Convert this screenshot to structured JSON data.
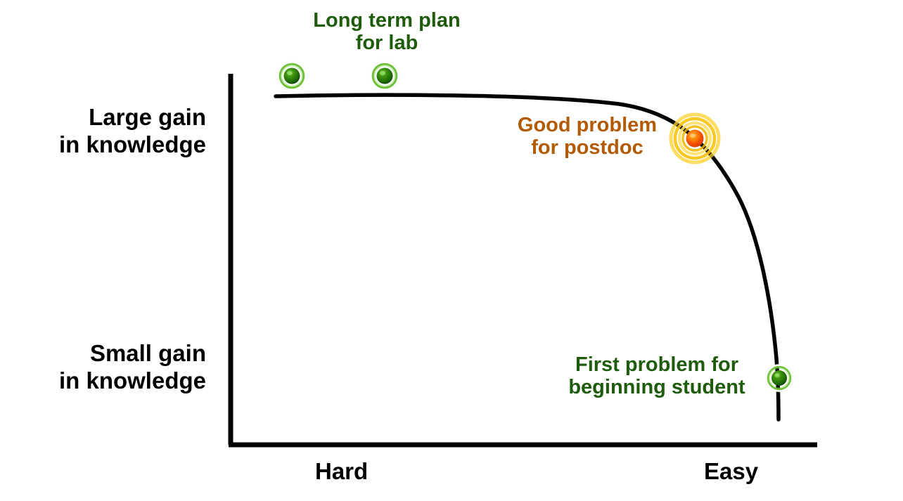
{
  "chart_data": {
    "type": "line",
    "title": "",
    "subtitle": "",
    "xlabel": "",
    "ylabel": "",
    "grid": false,
    "legend_position": "none",
    "axis": {
      "x_ticks": [
        "Hard",
        "Easy"
      ],
      "y_ticks": [
        "Large gain\nin knowledge",
        "Small gain\nin knowledge"
      ],
      "x_range_description": "Hard (left) to Easy (right)",
      "y_range_description": "Small gain in knowledge (bottom) to Large gain in knowledge (top)"
    },
    "series": [
      {
        "name": "knowledge gain vs problem difficulty",
        "description": "Flat at large gain across hard problems, then falls off sharply to small gain at the easy end",
        "color": "#000000",
        "points": [
          {
            "x": 0.06,
            "y": 0.93
          },
          {
            "x": 0.3,
            "y": 0.925
          },
          {
            "x": 0.55,
            "y": 0.915
          },
          {
            "x": 0.7,
            "y": 0.9
          },
          {
            "x": 0.8,
            "y": 0.86
          },
          {
            "x": 0.87,
            "y": 0.76
          },
          {
            "x": 0.91,
            "y": 0.6
          },
          {
            "x": 0.93,
            "y": 0.4
          },
          {
            "x": 0.935,
            "y": 0.2
          },
          {
            "x": 0.935,
            "y": 0.05
          }
        ]
      }
    ],
    "annotated_points": [
      {
        "id": "long-term-plan-marker-1",
        "label": "Long term plan for lab",
        "x": 0.08,
        "y": 0.965,
        "color": "#2b7a0b",
        "marker_style": "green-glow-sphere"
      },
      {
        "id": "long-term-plan-marker-2",
        "label": "Long term plan for lab",
        "x": 0.24,
        "y": 0.965,
        "color": "#2b7a0b",
        "marker_style": "green-glow-sphere"
      },
      {
        "id": "good-problem-postdoc-marker",
        "label": "Good problem for postdoc",
        "x": 0.79,
        "y": 0.83,
        "color": "#f15a00",
        "marker_style": "orange-concentric-rings"
      },
      {
        "id": "first-problem-student-marker",
        "label": "First problem for beginning student",
        "x": 0.935,
        "y": 0.18,
        "color": "#2b7a0b",
        "marker_style": "green-glow-sphere"
      }
    ]
  },
  "labels": {
    "y_top": {
      "line1": "Large gain",
      "line2": "in knowledge"
    },
    "y_bottom": {
      "line1": "Small gain",
      "line2": "in knowledge"
    },
    "x_left": "Hard",
    "x_right": "Easy"
  },
  "annotations": {
    "long_term_plan": {
      "line1": "Long term plan",
      "line2": "for lab"
    },
    "good_problem": {
      "line1": "Good problem",
      "line2": "for postdoc"
    },
    "first_problem": {
      "line1": "First problem for",
      "line2": "beginning student"
    }
  },
  "colors": {
    "axis": "#000000",
    "curve": "#000000",
    "green_text": "#1d5c0b",
    "orange_text": "#b35a05",
    "green_marker": "#2b7a0b",
    "orange_marker": "#f15a00",
    "background": "#ffffff"
  }
}
